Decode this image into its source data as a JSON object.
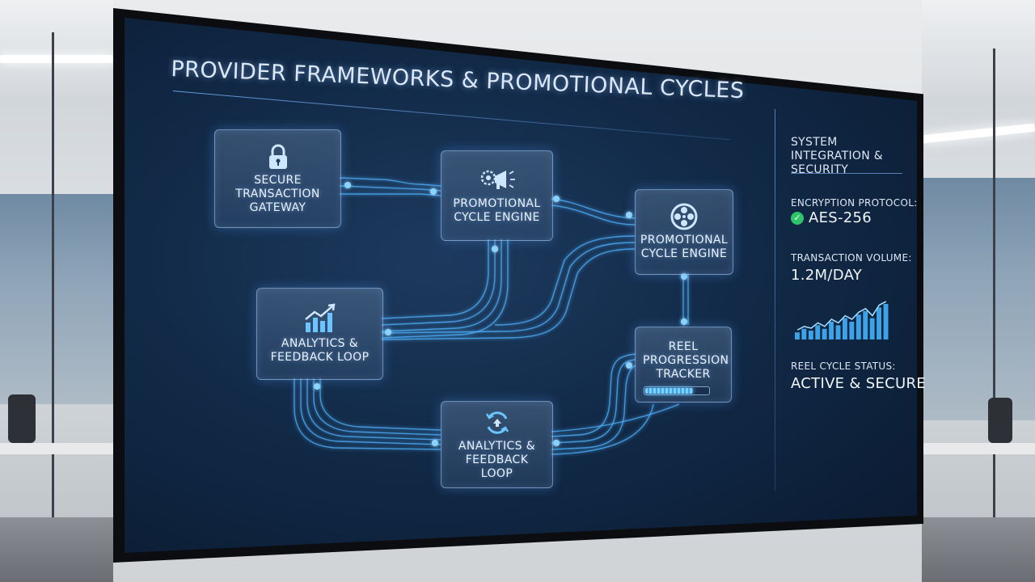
{
  "title": "PROVIDER FRAMEWORKS & PROMOTIONAL CYCLES",
  "nodes": {
    "gateway": {
      "label": "SECURE TRANSACTION GATEWAY",
      "icon": "lock-icon"
    },
    "promo_engine_1": {
      "label": "PROMOTIONAL CYCLE ENGINE",
      "icon": "megaphone-gear-icon"
    },
    "promo_engine_2": {
      "label": "PROMOTIONAL CYCLE ENGINE",
      "icon": "film-reel-icon"
    },
    "analytics_1": {
      "label": "ANALYTICS & FEEDBACK LOOP",
      "icon": "bar-chart-icon"
    },
    "reel_tracker": {
      "label": "REEL PROGRESSION TRACKER",
      "icon": "progress-bar"
    },
    "analytics_2": {
      "label": "ANALYTICS & FEEDBACK LOOP",
      "icon": "refresh-cycle-icon"
    }
  },
  "reel_progress": 0.75,
  "sidebar": {
    "heading": "SYSTEM INTEGRATION & SECURITY",
    "encryption_label": "ENCRYPTION PROTOCOL:",
    "encryption_value": "AES-256",
    "volume_label": "TRANSACTION VOLUME:",
    "volume_value": "1.2M/DAY",
    "status_label": "REEL CYCLE STATUS:",
    "status_value": "ACTIVE & SECURE",
    "status_color": "#2fc36a"
  },
  "sparkline": {
    "bars": [
      2,
      3,
      2.5,
      4,
      3,
      5,
      4,
      6,
      5,
      7,
      8,
      6,
      9,
      10
    ]
  }
}
